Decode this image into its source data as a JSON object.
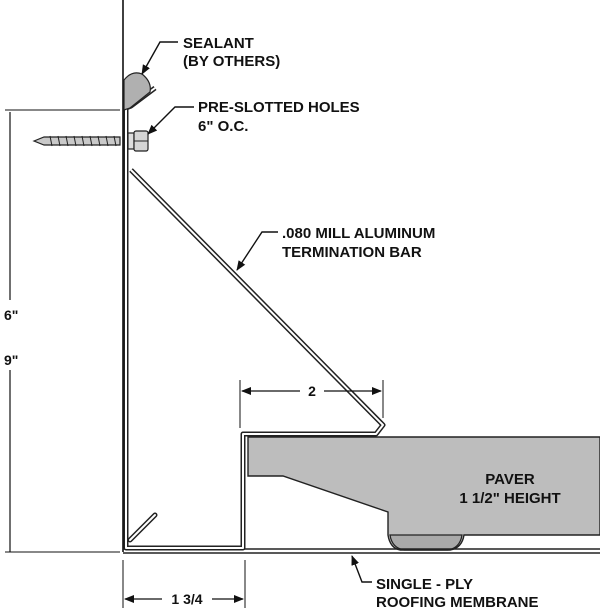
{
  "labels": {
    "sealant_line1": "SEALANT",
    "sealant_line2": "(BY OTHERS)",
    "holes_line1": "PRE-SLOTTED HOLES",
    "holes_line2": "6\"  O.C.",
    "bar_line1": ".080 MILL ALUMINUM",
    "bar_line2": "TERMINATION BAR",
    "paver_line1": "PAVER",
    "paver_line2": "1 1/2\" HEIGHT",
    "membrane_line1": "SINGLE - PLY",
    "membrane_line2": "ROOFING MEMBRANE"
  },
  "dimensions": {
    "height_a": "6\"",
    "height_b": "9\"",
    "step_width": "2",
    "base_width": "1 3/4"
  },
  "colors": {
    "paver_fill": "#bdbdbd",
    "sealant_fill": "#b0b0b0",
    "line": "#111111"
  }
}
